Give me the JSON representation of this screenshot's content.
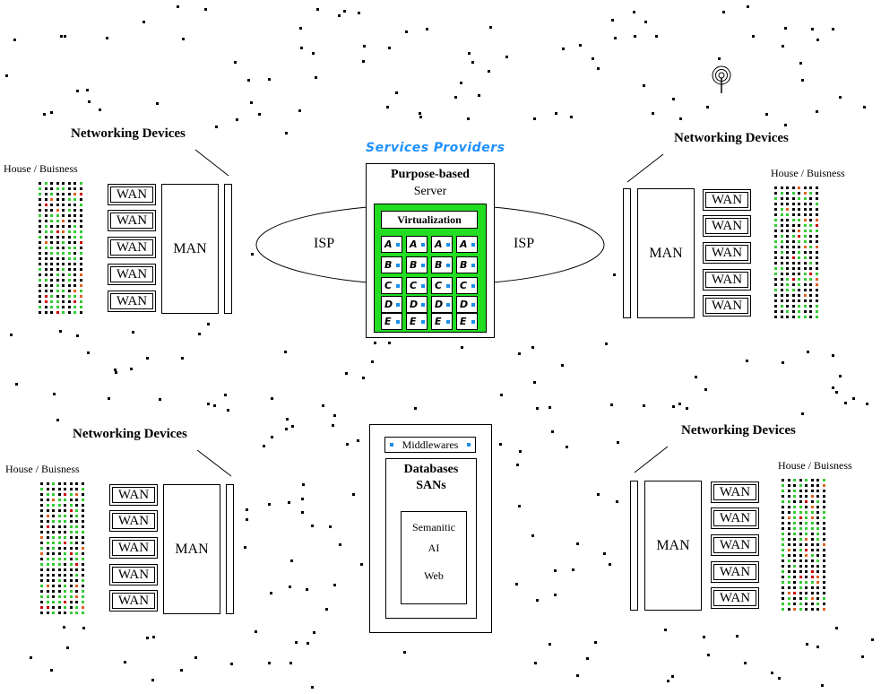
{
  "title": "Services Providers",
  "colors": {
    "accent_blue": "#1e90ff",
    "server_green": "#22dd22",
    "dot_blue": "#1a8fe8"
  },
  "server": {
    "title_line1": "Purpose-based",
    "title_line2": "Server",
    "virtualization": "Virtualization",
    "rows": [
      "A",
      "B",
      "C",
      "D",
      "E"
    ]
  },
  "isp_left": "ISP",
  "isp_right": "ISP",
  "databases": {
    "middlewares": "Middlewares",
    "title_line1": "Databases",
    "title_line2": "SANs",
    "semantic_line1": "Semanitic",
    "semantic_line2": "AI",
    "semantic_line3": "Web"
  },
  "clusters": [
    {
      "devices_label": "Networking Devices",
      "house_label": "House / Buisness",
      "man": "MAN",
      "wans": [
        "WAN",
        "WAN",
        "WAN",
        "WAN",
        "WAN"
      ]
    },
    {
      "devices_label": "Networking Devices",
      "house_label": "House / Buisness",
      "man": "MAN",
      "wans": [
        "WAN",
        "WAN",
        "WAN",
        "WAN",
        "WAN"
      ]
    },
    {
      "devices_label": "Networking Devices",
      "house_label": "House / Buisness",
      "man": "MAN",
      "wans": [
        "WAN",
        "WAN",
        "WAN",
        "WAN",
        "WAN"
      ]
    },
    {
      "devices_label": "Networking Devices",
      "house_label": "House / Buisness",
      "man": "MAN",
      "wans": [
        "WAN",
        "WAN",
        "WAN",
        "WAN",
        "WAN"
      ]
    }
  ],
  "icons": {
    "antenna": "wireless-antenna-icon"
  }
}
